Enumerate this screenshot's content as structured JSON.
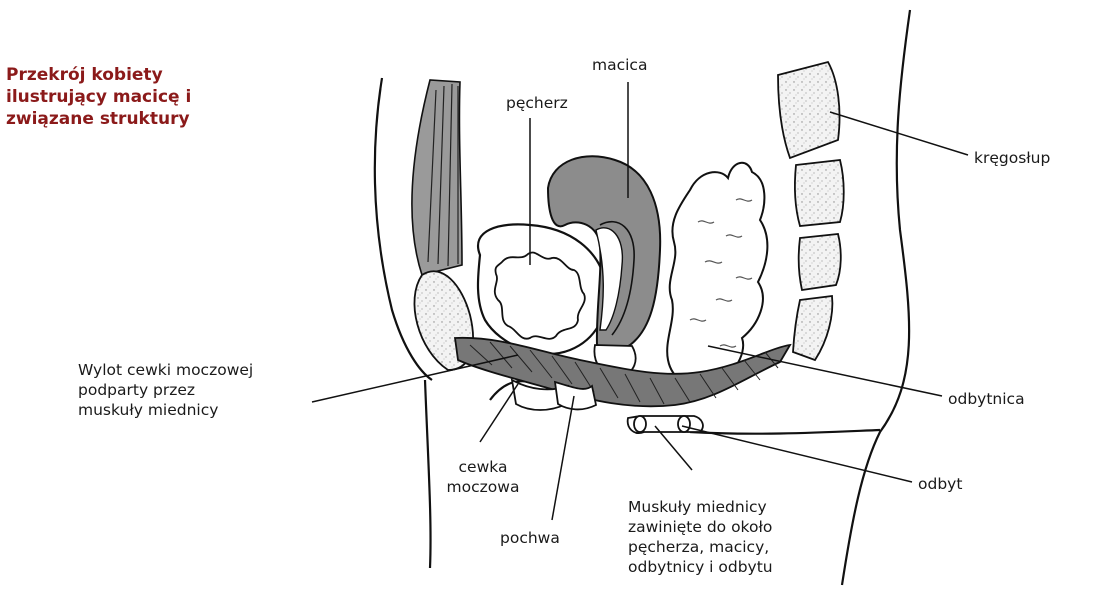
{
  "title": "Przekrój kobiety\nilustrujący macicę i\nzwiązane struktury",
  "labels": {
    "macica": "macica",
    "pecherz": "pęcherz",
    "kregoslup": "kręgosłup",
    "wylot": "Wylot cewki moczowej\npodparty przez\nmuskuły miednicy",
    "odbytnica": "odbytnica",
    "cewka": "cewka\nmoczowa",
    "odbyt": "odbyt",
    "pochwa": "pochwa",
    "muskuly": "Muskuły miednicy\nzawinięte do około\npęcherza, macicy,\nodbytnicy i odbytu"
  },
  "colors": {
    "title": "#8b1a1a",
    "uterus_fill": "#8c8c8c",
    "muscle_fill": "#777777",
    "bone_fill": "#efefef",
    "line": "#111111"
  }
}
